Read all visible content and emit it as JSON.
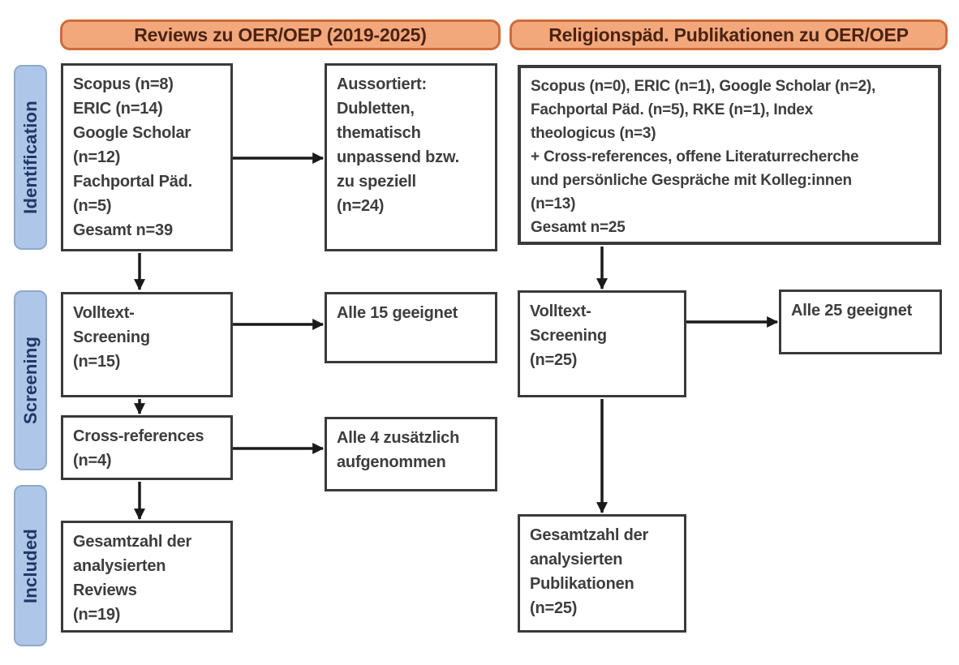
{
  "colors": {
    "header_fill": "#F3A87C",
    "header_border": "#CE6C39",
    "header_text": "#4A2313",
    "stage_fill": "#AEC6E8",
    "stage_border": "#8FA9CC",
    "stage_text": "#1F3864",
    "box_border": "#3A3A3A",
    "box_text": "#3D3D3D",
    "arrow": "#1A1A1A",
    "background": "#FFFFFF"
  },
  "headers": {
    "left": "Reviews zu OER/OEP (2019-2025)",
    "right": "Religionspäd. Publikationen zu OER/OEP"
  },
  "stages": {
    "identification": "Identification",
    "screening": "Screening",
    "included": "Included"
  },
  "left_column": {
    "sources": "Scopus (n=8)\nERIC (n=14)\nGoogle Scholar\n(n=12)\nFachportal Päd.\n(n=5)\nGesamt n=39",
    "excluded": "Aussortiert:\nDubletten,\nthematisch\nunpassend bzw.\nzu speziell\n(n=24)",
    "fulltext_screening": "Volltext-\nScreening\n(n=15)",
    "fulltext_result": "Alle 15 geeignet",
    "cross_references": "Cross-references\n(n=4)",
    "cross_references_result": "Alle 4 zusätzlich\naufgenommen",
    "included_total": "Gesamtzahl der\nanalysierten\nReviews\n(n=19)"
  },
  "right_column": {
    "sources": "Scopus (n=0), ERIC (n=1), Google Scholar (n=2),\nFachportal Päd. (n=5), RKE (n=1), Index\ntheologicus (n=3)\n+ Cross-references, offene Literaturrecherche\nund persönliche Gespräche mit Kolleg:innen\n(n=13)\nGesamt n=25",
    "fulltext_screening": "Volltext-\nScreening\n(n=25)",
    "fulltext_result": "Alle 25 geeignet",
    "included_total": "Gesamtzahl der\nanalysierten\nPublikationen\n(n=25)"
  }
}
